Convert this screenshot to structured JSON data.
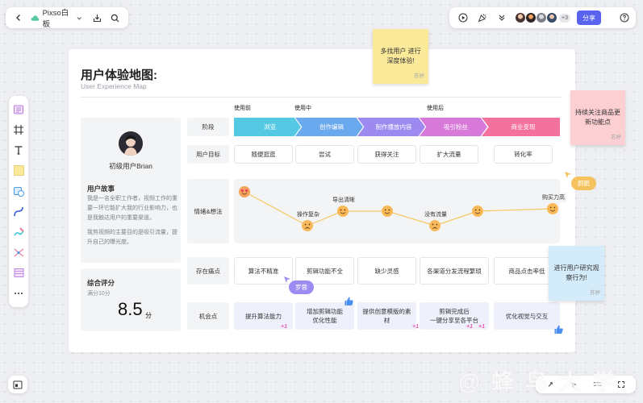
{
  "toolbar": {
    "doc_name": "Pixso白板",
    "share_label": "分享",
    "extra_count": "+3"
  },
  "board": {
    "title": "用户体验地图:",
    "subtitle": "User Experience Map"
  },
  "stage_labels": [
    "使用前",
    "使用中",
    "使用后"
  ],
  "row_labels": {
    "stage": "阶段",
    "goal": "用户目标",
    "emotion": "情绪&想法",
    "pain": "存在痛点",
    "opportunity": "机会点"
  },
  "stages": [
    "浏览",
    "创作编辑",
    "制作播放内容",
    "吸引粉丝",
    "商业变现"
  ],
  "goals": [
    "随便逛逛",
    "尝试",
    "获得关注",
    "扩大流量",
    "转化率"
  ],
  "emotions": [
    {
      "label": "",
      "level": 0.9,
      "mood": "love"
    },
    {
      "label": "操作复杂",
      "level": 0.2,
      "mood": "sad"
    },
    {
      "label": "导出清晰",
      "level": 0.5,
      "mood": "happy"
    },
    {
      "label": "",
      "level": 0.5,
      "mood": "happy"
    },
    {
      "label": "没有流量",
      "level": 0.2,
      "mood": "sad"
    },
    {
      "label": "",
      "level": 0.5,
      "mood": "happy"
    },
    {
      "label": "购买力高",
      "level": 0.55,
      "mood": "happy"
    }
  ],
  "pains": [
    "算法不精准",
    "剪辑功能不全",
    "缺少灵感",
    "各渠道分发流程繁琐",
    "商品点击率低"
  ],
  "opportunities": [
    "提升算法能力",
    "增加剪辑功能\n优化性能",
    "提供创意模版的素材",
    "剪辑完成后\n一键分享至各平台",
    "优化视觉与交互"
  ],
  "plus_one": "+1",
  "profile": {
    "name": "初级用户Brian",
    "story_title": "用户故事",
    "story_p1": "我是一名全职工作者，视频工作的重要一环它能扩大我的行业影响力，也是我触达用户的重要渠道。",
    "story_p2": "我剪视频的主要目的是吸引流量，提升自己的曝光度。"
  },
  "score": {
    "title": "综合评分",
    "subtitle": "满分10分",
    "value": "8.5",
    "unit": "分"
  },
  "stickies": [
    {
      "text": "多找用户 进行深度体验!",
      "author": "苏婷",
      "color": "#fbe99a"
    },
    {
      "text": "持续关注商品更新功能点",
      "author": "苏婷",
      "color": "#fccfd3"
    },
    {
      "text": "进行用户研究观察行为!",
      "author": "苏婷",
      "color": "#d4ebf9"
    }
  ],
  "cursors": [
    {
      "name": "罗蓉",
      "color": "#9c8cf2"
    },
    {
      "name": "蔚鹃",
      "color": "#f6c25d"
    }
  ],
  "zoom": {
    "value": "5%"
  },
  "watermark": "@ 蜂 鸟 大 学",
  "colors": {
    "accent": "#5a63f0",
    "stage_1": "#55c9e4",
    "stage_2": "#6ba9ee",
    "stage_3": "#9d8af1",
    "stage_4": "#d779d9",
    "stage_5": "#f4709d",
    "emotion_line": "#f7c860"
  }
}
